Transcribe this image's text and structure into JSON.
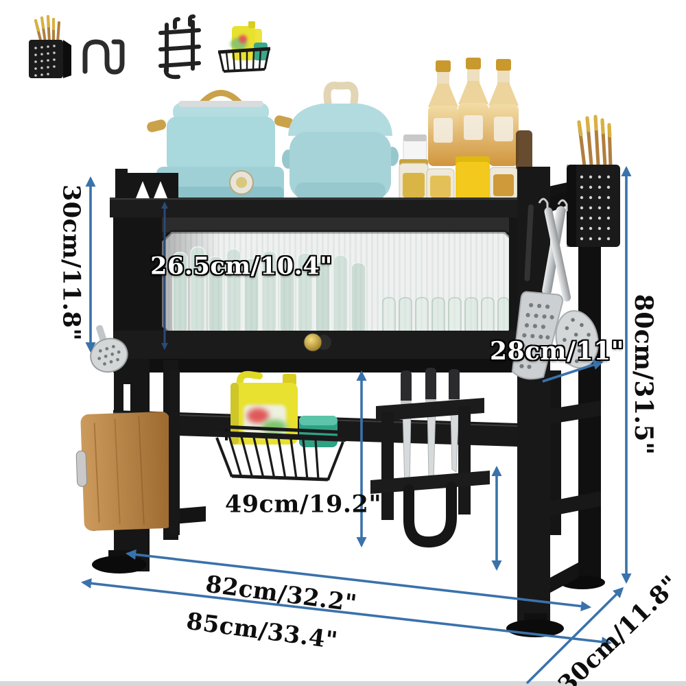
{
  "dimensions": {
    "shelf_section_height": "30cm/11.8\"",
    "cabinet_inner_height": "26.5cm/10.4\"",
    "cabinet_depth": "28cm/11\"",
    "overall_height": "80cm/31.5\"",
    "clearance_height": "49cm/19.2\"",
    "inner_width": "82cm/32.2\"",
    "overall_width": "85cm/33.4\"",
    "overall_depth": "30cm/11.8\""
  },
  "legend_icons": [
    {
      "name": "chopstick-holder-icon"
    },
    {
      "name": "over-door-hook-icon"
    },
    {
      "name": "cutting-board-rack-icon"
    },
    {
      "name": "sink-caddy-basket-icon"
    }
  ],
  "colors": {
    "accent": "#3a72ab",
    "inner_line_navy": "#2a4a78",
    "frame": "#1a1a1a",
    "pot_teal": "#a9d6da",
    "wood": "#b5813f",
    "soap_yellow": "#e8e12f",
    "sponge_green": "#2fa185",
    "plate_green": "#9cc0af",
    "bottle_amber": "#dda24a",
    "gold": "#cfa033",
    "steel": "#c9cdcf",
    "window_glass": "#e9edec"
  }
}
